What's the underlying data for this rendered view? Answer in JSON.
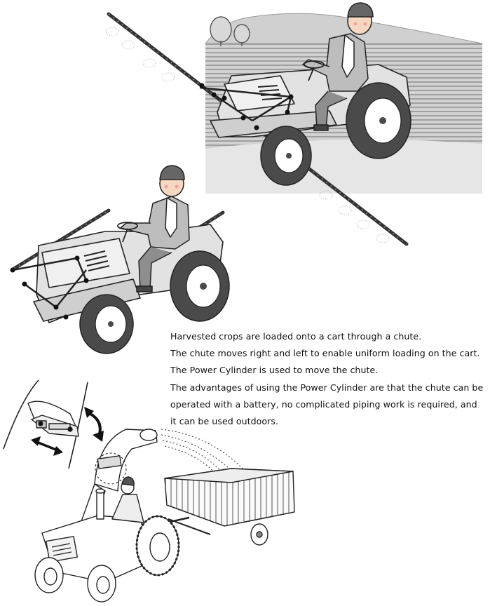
{
  "description": {
    "lines": [
      "Harvested crops are loaded onto a cart through a chute.",
      "The chute moves right and left to enable uniform loading on the cart.",
      "The Power Cylinder is used to move the chute.",
      "The advantages of using the Power Cylinder are that the chute can be operated with a battery, no complicated piping work is required, and it can be used outdoors."
    ]
  },
  "illustrations": [
    "tractor-boom-sprayer-field",
    "tractor-boom-sprayer",
    "tractor-harvester-chute-cart"
  ],
  "icons": [
    "rotation-arrow-icon",
    "bidirectional-arrow-icon"
  ],
  "colors": {
    "line": "#222222",
    "body_fill": "#e2e2e2",
    "background_panel": "#d6d6d6",
    "field_rows": "#8a8a8a",
    "tire": "#4a4a4a",
    "skin": "#f4d8c2"
  }
}
